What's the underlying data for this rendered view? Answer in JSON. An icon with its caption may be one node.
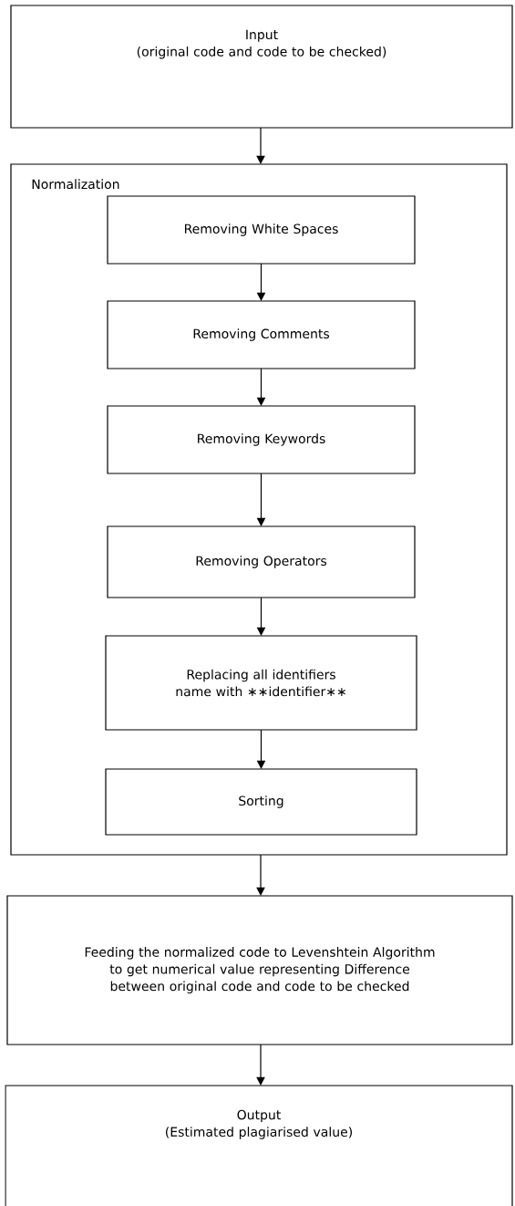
{
  "diagram": {
    "nodes": [
      {
        "text": [
          "Input",
          "(original code and code to be checked)"
        ]
      },
      {
        "text": [
          "Normalization"
        ]
      },
      {
        "text": [
          "Removing White Spaces"
        ],
        "in": 1
      },
      {
        "text": [
          "Removing Comments"
        ],
        "in": 1
      },
      {
        "text": [
          "Removing Keywords"
        ],
        "in": 1
      },
      {
        "text": [
          "Removing Operators"
        ],
        "in": 1
      },
      {
        "text": [
          "Replacing all identifiers name with ∗∗identifier∗∗"
        ],
        "in": 1
      },
      {
        "text": [
          "Sorting"
        ],
        "in": 1
      },
      {
        "text": [
          "Feeding the normalized code to Levenshtein Algorithm to get numerical value representing Difference between original code and code to be checked"
        ]
      },
      {
        "text": [
          "Output",
          "(Estimated plagiarised value)"
        ]
      }
    ],
    "edges": [
      {
        "from": 0,
        "to": 1,
        "arrow": "to"
      },
      {
        "from": 2,
        "to": 3,
        "arrow": "to"
      },
      {
        "from": 3,
        "to": 4,
        "arrow": "to"
      },
      {
        "from": 4,
        "to": 5,
        "arrow": "to"
      },
      {
        "from": 5,
        "to": 6,
        "arrow": "to"
      },
      {
        "from": 6,
        "to": 7,
        "arrow": "to"
      },
      {
        "from": 1,
        "to": 8,
        "arrow": "to"
      },
      {
        "from": 8,
        "to": 9,
        "arrow": "to"
      }
    ]
  }
}
